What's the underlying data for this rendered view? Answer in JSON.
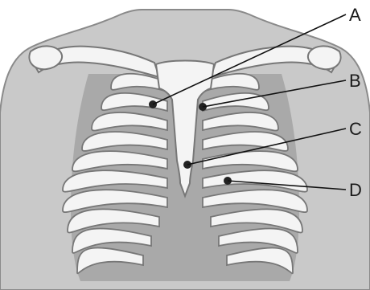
{
  "labels": [
    {
      "id": "A",
      "text": "A"
    },
    {
      "id": "B",
      "text": "B"
    },
    {
      "id": "C",
      "text": "C"
    },
    {
      "id": "D",
      "text": "D"
    }
  ],
  "colors": {
    "background": "#ffffff",
    "skin": "#c9c9c9",
    "skin_outline": "#8a8a8a",
    "bone": "#f4f4f4",
    "bone_outline": "#777777",
    "intercostal": "#9b9b9b",
    "marker": "#222222",
    "leader_line": "#111111"
  }
}
